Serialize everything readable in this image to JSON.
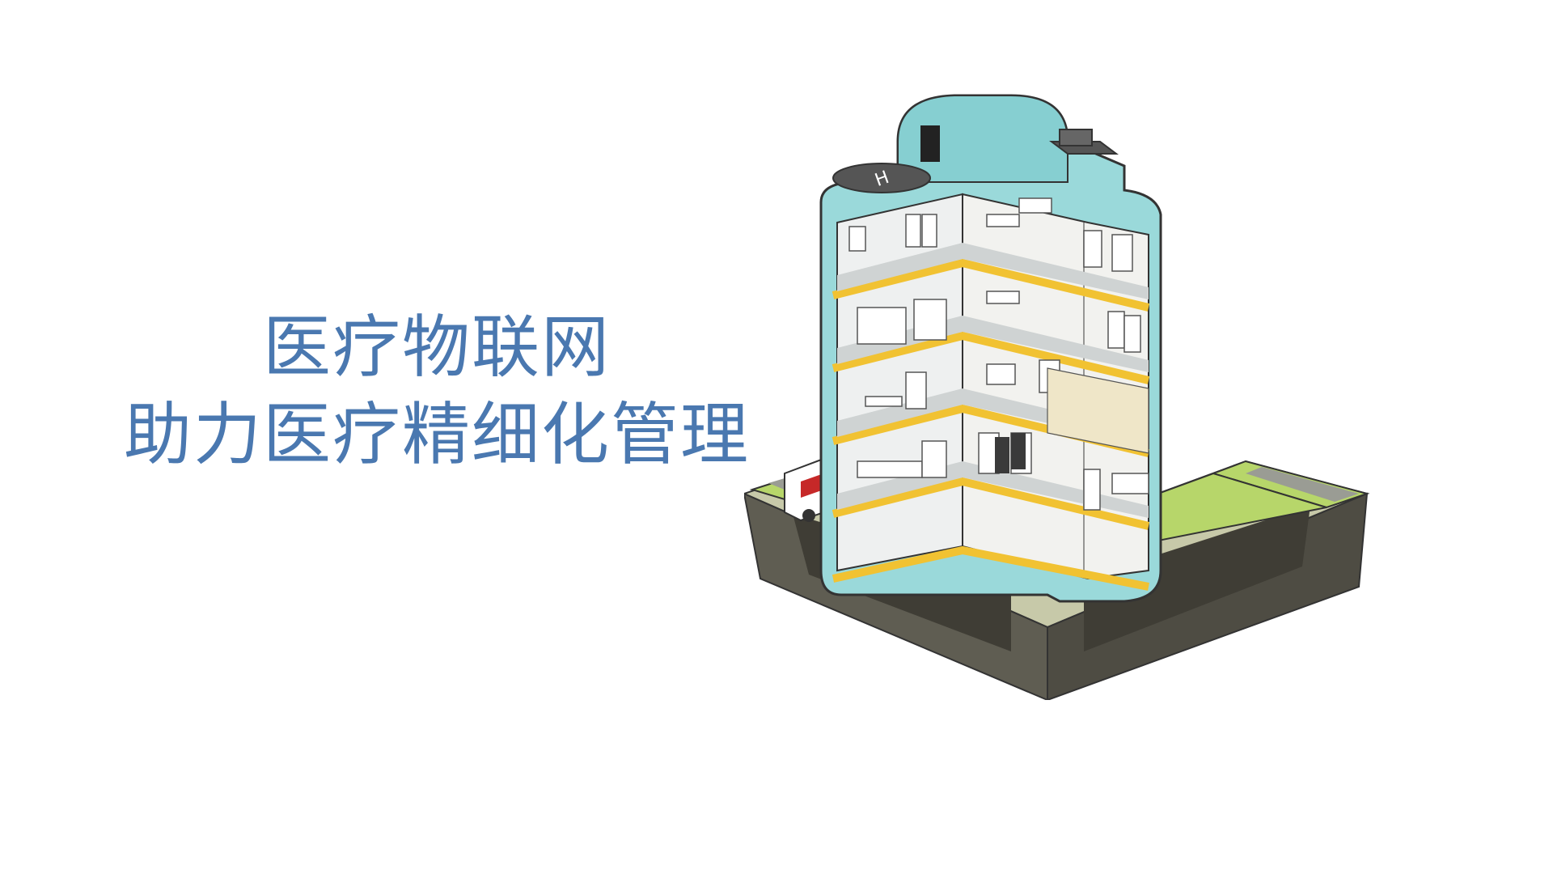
{
  "slide": {
    "title_line_1": "医疗物联网",
    "title_line_2": "助力医疗精细化管理"
  },
  "illustration": {
    "icon": "hospital-cutaway-illustration",
    "helipad_mark": "H",
    "colors": {
      "title": "#4a78b0",
      "building_shell": "#9ad9da",
      "floor_stripe": "#f1c232",
      "grass": "#b7d66a",
      "soil": "#5f5d52"
    }
  }
}
